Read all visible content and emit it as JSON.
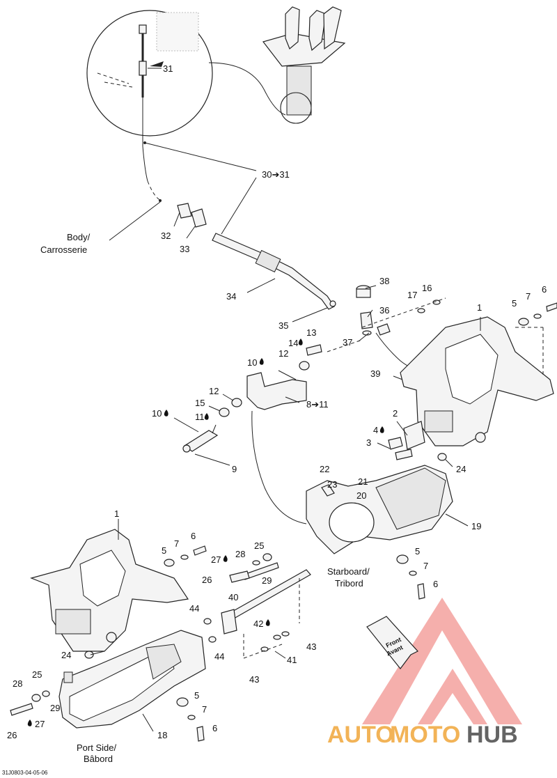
{
  "labels": {
    "l31": "31",
    "l30_31": "30➔31",
    "l32": "32",
    "l33": "33",
    "l34": "34",
    "l35": "35",
    "l36": "36",
    "l37": "37",
    "l38": "38",
    "l39": "39",
    "l16": "16",
    "l17": "17",
    "l1a": "1",
    "l5a": "5",
    "l7a": "7",
    "l6a": "6",
    "l13": "13",
    "l14": "14",
    "l12a": "12",
    "l10a": "10",
    "l12b": "12",
    "l15": "15",
    "l8_11": "8➔11",
    "l10b": "10",
    "l11": "11",
    "l9": "9",
    "l2": "2",
    "l4": "4",
    "l3": "3",
    "l24a": "24",
    "l22": "22",
    "l23": "23",
    "l21": "21",
    "l20": "20",
    "l19": "19",
    "l5b": "5",
    "l7b": "7",
    "l6b": "6",
    "l1b": "1",
    "l5c": "5",
    "l7c": "7",
    "l6c": "6",
    "l27a": "27",
    "l28a": "28",
    "l25a": "25",
    "l26a": "26",
    "l29a": "29",
    "l40": "40",
    "l44a": "44",
    "l44b": "44",
    "l42": "42",
    "l43a": "43",
    "l41": "41",
    "l43b": "43",
    "l24b": "24",
    "l28b": "28",
    "l25b": "25",
    "l29b": "29",
    "l26b": "26",
    "l27b": "27",
    "l5d": "5",
    "l7d": "7",
    "l6d": "6",
    "l18": "18"
  },
  "captions": {
    "body": "Body/",
    "carrosserie": "Carrosserie",
    "starboard": "Starboard/",
    "tribord": "Tribord",
    "port_side": "Port Side/",
    "babord": "Bâbord",
    "front": "Front",
    "avant": "Avant"
  },
  "drawing_number": "31J0803-04-05-06",
  "watermark": {
    "text_auto": "AUTO",
    "text_moto": "MOTO",
    "text_hub": "HUB",
    "color_red": "#e8433f",
    "color_orange": "#f0a63a",
    "color_gray": "#4a4a4a"
  }
}
